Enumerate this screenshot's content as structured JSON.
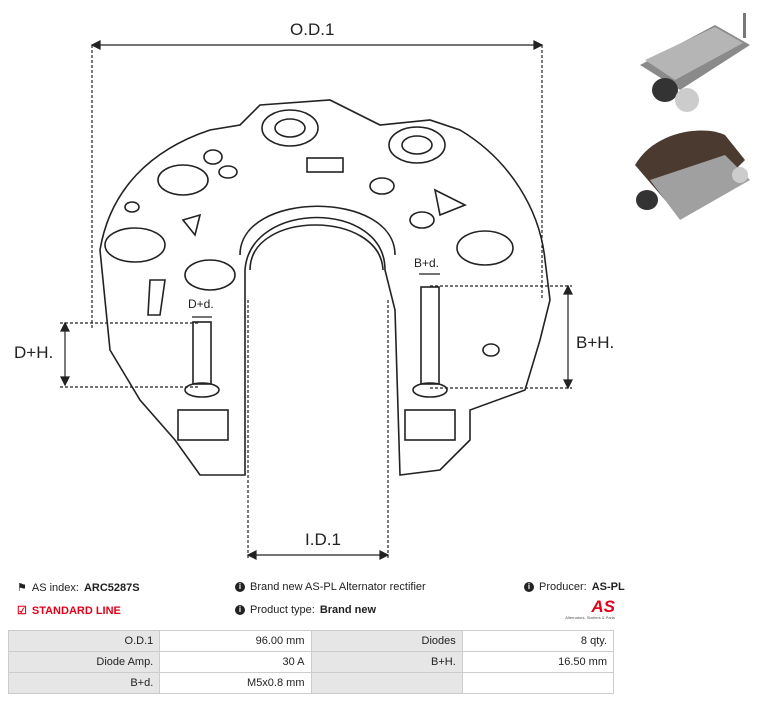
{
  "dimensions": {
    "od": "O.D.1",
    "id": "I.D.1",
    "dh": "D+H.",
    "bh": "B+H.",
    "bd": "B+d.",
    "dd": "D+d."
  },
  "info": {
    "as_index_label": "AS index:",
    "as_index": "ARC5287S",
    "line": "STANDARD LINE",
    "description": "Brand new AS-PL Alternator rectifier",
    "product_type_label": "Product type:",
    "product_type": "Brand new",
    "producer_label": "Producer:",
    "producer": "AS-PL",
    "logo_text": "AS",
    "logo_tagline": "Alternators, Starters & Parts"
  },
  "specs": [
    [
      "O.D.1",
      "96.00 mm",
      "Diodes",
      "8 qty."
    ],
    [
      "Diode Amp.",
      "30 A",
      "B+H.",
      "16.50 mm"
    ],
    [
      "B+d.",
      "M5x0.8 mm",
      "",
      ""
    ]
  ],
  "colors": {
    "accent": "#e3001b",
    "label_bg": "#e6e6e6"
  }
}
